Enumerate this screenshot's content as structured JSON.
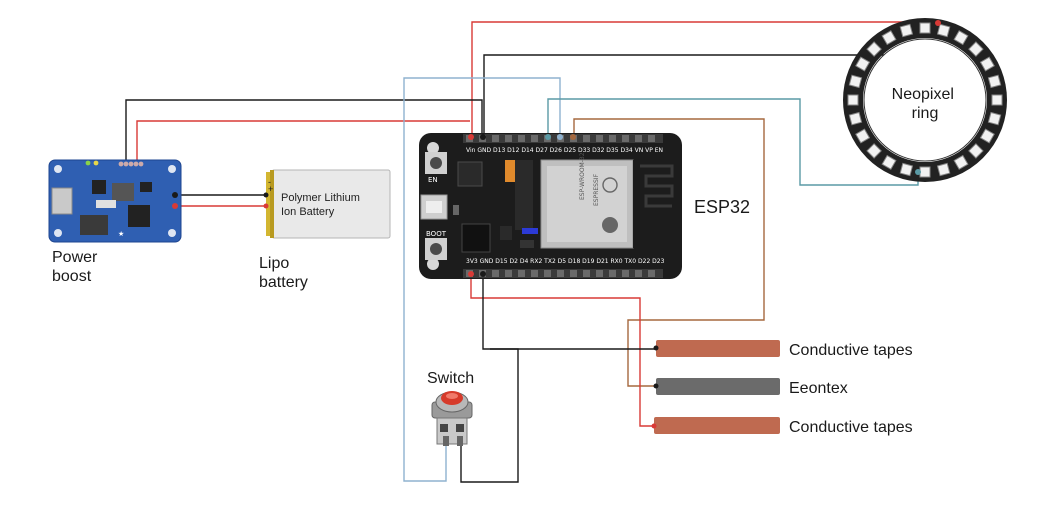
{
  "colors": {
    "wire_red": "#d93a36",
    "wire_black": "#1a1a1a",
    "wire_blue": "#8fb2cf",
    "wire_teal": "#5a9aa5",
    "wire_brown": "#a5683e",
    "tape_copper": "#bf6a50",
    "tape_gray": "#6b6b6b",
    "board_black": "#1c1c1c",
    "pcb_blue": "#2f5fb2",
    "battery_yellow": "#d3b631"
  },
  "components": {
    "power_boost": {
      "label_line1": "Power",
      "label_line2": "boost"
    },
    "lipo": {
      "label_line1": "Lipo",
      "label_line2": "battery",
      "body_line1": "Polymer Lithium",
      "body_line2": "Ion Battery",
      "minus": "-",
      "plus": "+"
    },
    "esp32": {
      "label": "ESP32",
      "top_pins": "Vin GND D13 D12 D14 D27 D26 D25 D33 D32 D35 D34 VN VP EN",
      "bottom_pins": "3V3 GND D15 D2 D4 RX2 TX2 D5 D18 D19 D21 RX0 TX0 D22 D23",
      "button_en": "EN",
      "button_boot": "BOOT",
      "module_line1": "ESP-WROOM-32",
      "module_line2": "ESPRESSIF"
    },
    "neopixel": {
      "label_line1": "Neopixel",
      "label_line2": "ring",
      "led_count": 24
    },
    "switch": {
      "label": "Switch"
    },
    "tapes": [
      {
        "label": "Conductive tapes",
        "kind": "copper"
      },
      {
        "label": "Eeontex",
        "kind": "gray"
      },
      {
        "label": "Conductive tapes",
        "kind": "copper"
      }
    ]
  }
}
